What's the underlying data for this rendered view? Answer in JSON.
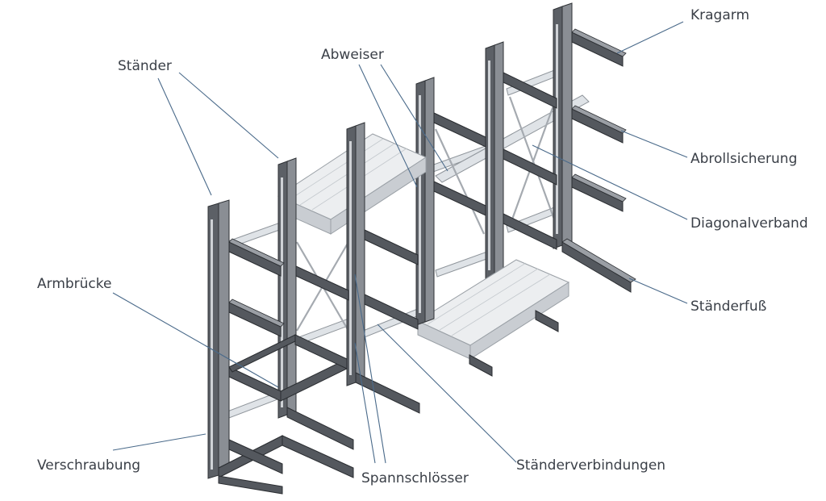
{
  "labels": {
    "kragarm": "Kragarm",
    "staender": "Ständer",
    "abweiser": "Abweiser",
    "abrollsicherung": "Abrollsicherung",
    "diagonalverband": "Diagonalverband",
    "staenderfuss": "Ständerfuß",
    "armbruecke": "Armbrücke",
    "verschraubung": "Verschraubung",
    "spannschloesser": "Spannschlösser",
    "staenderverbindungen": "Ständerverbindungen"
  },
  "colors": {
    "steel": "#5c6066",
    "leader": "#4a6a8a",
    "text": "#3a3f47",
    "tube": "#dfe3e7"
  }
}
